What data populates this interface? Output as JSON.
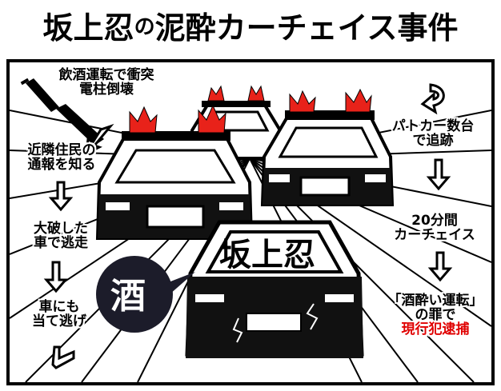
{
  "title": {
    "part1": "坂上忍",
    "part2": "の",
    "part3": "泥酔カーチェイス事件"
  },
  "left_captions": {
    "c1_line1": "飲酒運転で衝突",
    "c1_line2": "電柱倒壊",
    "c2_line1": "近隣住民の",
    "c2_line2": "通報を知る",
    "c3_line1": "大破した",
    "c3_line2": "車で逃走",
    "c4_line1": "車にも",
    "c4_line2": "当て逃げ"
  },
  "right_captions": {
    "r1_line1": "パトカー数台",
    "r1_line2": "で追跡",
    "r2_line1": "20分間",
    "r2_line2": "カーチェイス",
    "r3_line1": "「酒酔い運転」",
    "r3_line2": "の罪で",
    "r3_line3": "現行犯逮捕"
  },
  "car_plate": "坂上忍",
  "sake_bubble": "酒",
  "colors": {
    "siren": "#e8221a",
    "car_body": "#111111",
    "highlight": "#e00000"
  }
}
